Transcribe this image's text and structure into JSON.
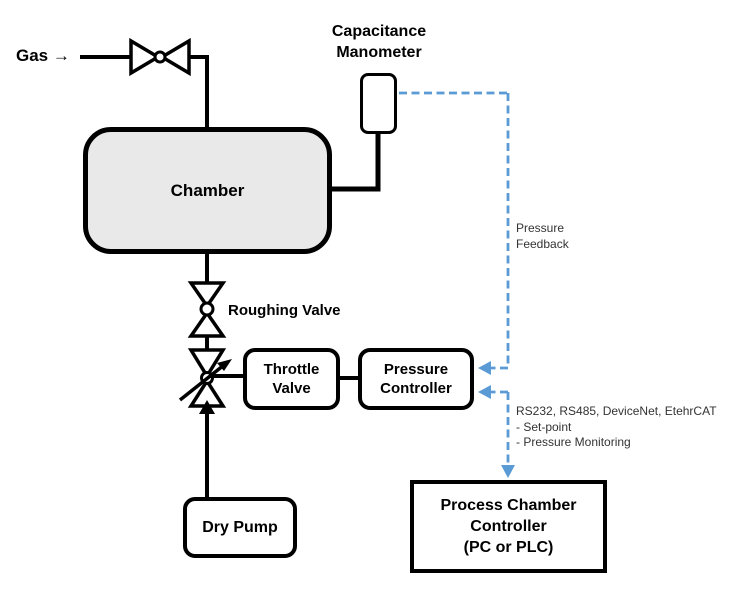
{
  "diagram": {
    "labels": {
      "gas": "Gas →",
      "chamber": "Chamber",
      "capacitance_manometer": "Capacitance Manometer",
      "roughing_valve": "Roughing Valve",
      "throttle_valve": "Throttle Valve",
      "pressure_controller": "Pressure Controller",
      "dry_pump": "Dry Pump",
      "pressure_feedback": "Pressure Feedback",
      "process_chamber_controller": {
        "line1": "Process Chamber",
        "line2": "Controller",
        "line3": "(PC or PLC)"
      },
      "comm": {
        "protocols": "RS232, RS485, DeviceNet, EtehrCAT",
        "item1": "- Set-point",
        "item2": "- Pressure Monitoring"
      }
    },
    "colors": {
      "line": "#000000",
      "signal": "#5b9bd5",
      "chamber_fill": "#e9e9e9"
    }
  }
}
